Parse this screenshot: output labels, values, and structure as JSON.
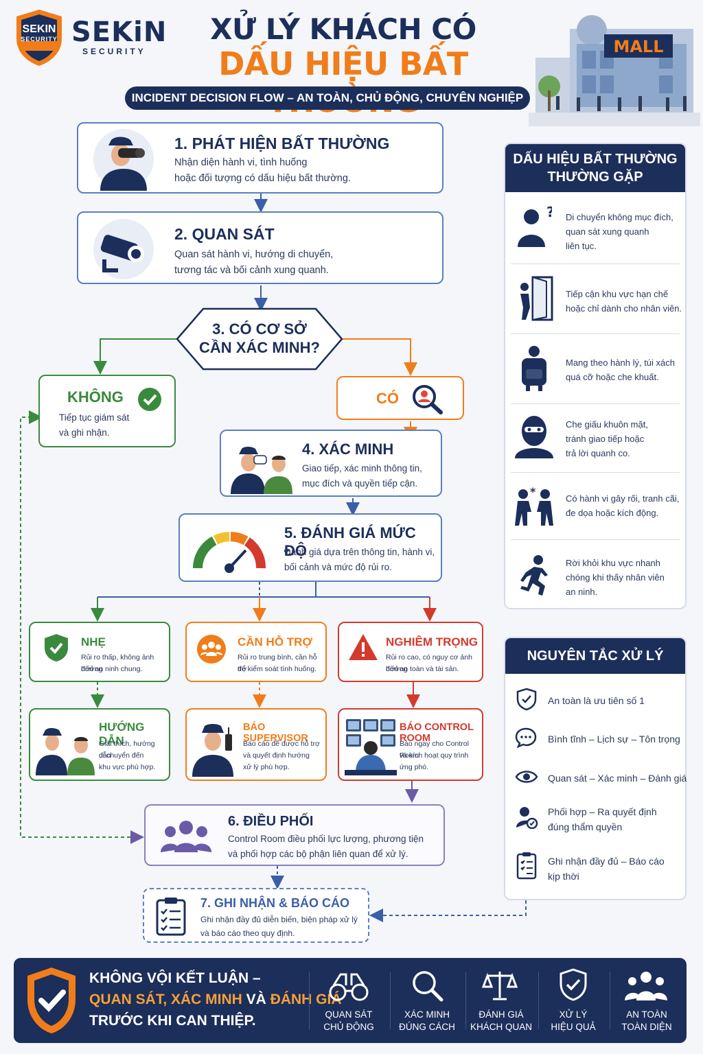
{
  "header": {
    "logo_text": "SEKIN",
    "logo_sub": "SECURITY",
    "brand": "SEKiN",
    "brand_sub": "SECURITY",
    "title_line1": "XỬ LÝ KHÁCH CÓ",
    "title_line2": "DẤU HIỆU BẤT THƯỜNG",
    "subtitle": "INCIDENT DECISION FLOW – AN TOÀN, CHỦ ĐỘNG, CHUYÊN NGHIỆP",
    "mall_sign": "MALL"
  },
  "flow": {
    "step1": {
      "title": "1. PHÁT HIỆN BẤT THƯỜNG",
      "line1": "Nhận diện hành vi, tình huống",
      "line2": "hoặc đối tượng có dấu hiệu bất thường."
    },
    "step2": {
      "title": "2. QUAN SÁT",
      "line1": "Quan sát hành vi, hướng di chuyển,",
      "line2": "tương tác và bối cảnh xung quanh."
    },
    "step3": {
      "line1": "3. CÓ CƠ SỞ",
      "line2": "CẦN XÁC MINH?"
    },
    "no": {
      "title": "KHÔNG",
      "line1": "Tiếp tục giám sát",
      "line2": "và ghi nhận."
    },
    "yes": {
      "title": "CÓ"
    },
    "step4": {
      "title": "4. XÁC MINH",
      "line1": "Giao tiếp, xác minh thông tin,",
      "line2": "mục đích và quyền tiếp cận."
    },
    "step5": {
      "title": "5. ĐÁNH GIÁ MỨC ĐỘ",
      "line1": "Đánh giá dựa trên thông tin, hành vi,",
      "line2": "bối cảnh và mức độ rủi ro."
    },
    "light": {
      "title": "NHẸ",
      "line1": "Rủi ro thấp, không ảnh hưởng",
      "line2": "đến an ninh chung."
    },
    "support": {
      "title": "CẦN HỖ TRỢ",
      "line1": "Rủi ro trung bình, cần hỗ trợ",
      "line2": "để kiểm soát tình huống."
    },
    "serious": {
      "title": "NGHIÊM TRỌNG",
      "line1": "Rủi ro cao, có nguy cơ ảnh hưởng",
      "line2": "đến an toàn và tài sản."
    },
    "guide": {
      "title": "HƯỚNG DẪN",
      "line1": "Giải thích, hướng dẫn",
      "line2": "di chuyển đến",
      "line3": "khu vực phù hợp."
    },
    "supervisor": {
      "title": "BÁO SUPERVISOR",
      "line1": "Báo cáo để được hỗ trợ",
      "line2": "và quyết định hướng",
      "line3": "xử lý phù hợp."
    },
    "control": {
      "title": "BÁO CONTROL ROOM",
      "line1": "Báo ngay cho Control Room",
      "line2": "và kích hoạt quy trình",
      "line3": "ứng phó."
    },
    "step6": {
      "title": "6.  ĐIỀU PHỐI",
      "line1": "Control Room điều phối lực lượng, phương tiện",
      "line2": "và phối hợp các bộ phận liên quan để xử lý."
    },
    "step7": {
      "title": "7. GHI NHẬN & BÁO CÁO",
      "line1": "Ghi nhận đầy đủ diễn biến, biện pháp xử lý",
      "line2": "và báo cáo theo quy định."
    }
  },
  "signs": {
    "title_line1": "DẤU HIỆU BẤT THƯỜNG",
    "title_line2": "THƯỜNG GẶP",
    "items": [
      {
        "lines": [
          "Di chuyển không mục đích,",
          "quan sát xung quanh",
          "liên tục."
        ]
      },
      {
        "lines": [
          "Tiếp cận khu vực hạn chế",
          "hoặc chỉ dành cho nhân viên."
        ]
      },
      {
        "lines": [
          "Mang theo hành lý, túi xách",
          "quá cỡ hoặc che khuất."
        ]
      },
      {
        "lines": [
          "Che giấu khuôn mặt,",
          "tránh giao tiếp hoặc",
          "trả lời quanh co."
        ]
      },
      {
        "lines": [
          "Có hành vi gây rối, tranh cãi,",
          "đe dọa hoặc kích động."
        ]
      },
      {
        "lines": [
          "Rời khỏi khu vực nhanh",
          "chóng khi thấy nhân viên",
          "an ninh."
        ]
      }
    ]
  },
  "rules": {
    "title": "NGUYÊN TẮC XỬ LÝ",
    "items": [
      {
        "lines": [
          "An toàn là ưu tiên số 1"
        ]
      },
      {
        "lines": [
          "Bình tĩnh – Lịch sự – Tôn trọng"
        ]
      },
      {
        "lines": [
          "Quan sát – Xác minh – Đánh giá"
        ]
      },
      {
        "lines": [
          "Phối hợp – Ra quyết định",
          "đúng thẩm quyền"
        ]
      },
      {
        "lines": [
          "Ghi nhận đầy đủ – Báo cáo",
          "kịp thời"
        ]
      }
    ]
  },
  "footer": {
    "line1": "KHÔNG VỘI KẾT LUẬN –",
    "highlight1": "QUAN SÁT, XÁC MINH",
    "mid": " VÀ ",
    "highlight2": "ĐÁNH GIÁ",
    "line3": "TRƯỚC KHI CAN THIỆP.",
    "items": [
      {
        "l1": "QUAN SÁT",
        "l2": "CHỦ ĐỘNG"
      },
      {
        "l1": "XÁC MINH",
        "l2": "ĐÚNG CÁCH"
      },
      {
        "l1": "ĐÁNH GIÁ",
        "l2": "KHÁCH QUAN"
      },
      {
        "l1": "XỬ LÝ",
        "l2": "HIỆU QUẢ"
      },
      {
        "l1": "AN TOÀN",
        "l2": "TOÀN DIỆN"
      }
    ]
  },
  "colors": {
    "navy": "#1c2e5a",
    "orange": "#f07d1a",
    "green": "#3a8a3e",
    "red": "#d33a2c",
    "blue": "#5a7fc0"
  }
}
